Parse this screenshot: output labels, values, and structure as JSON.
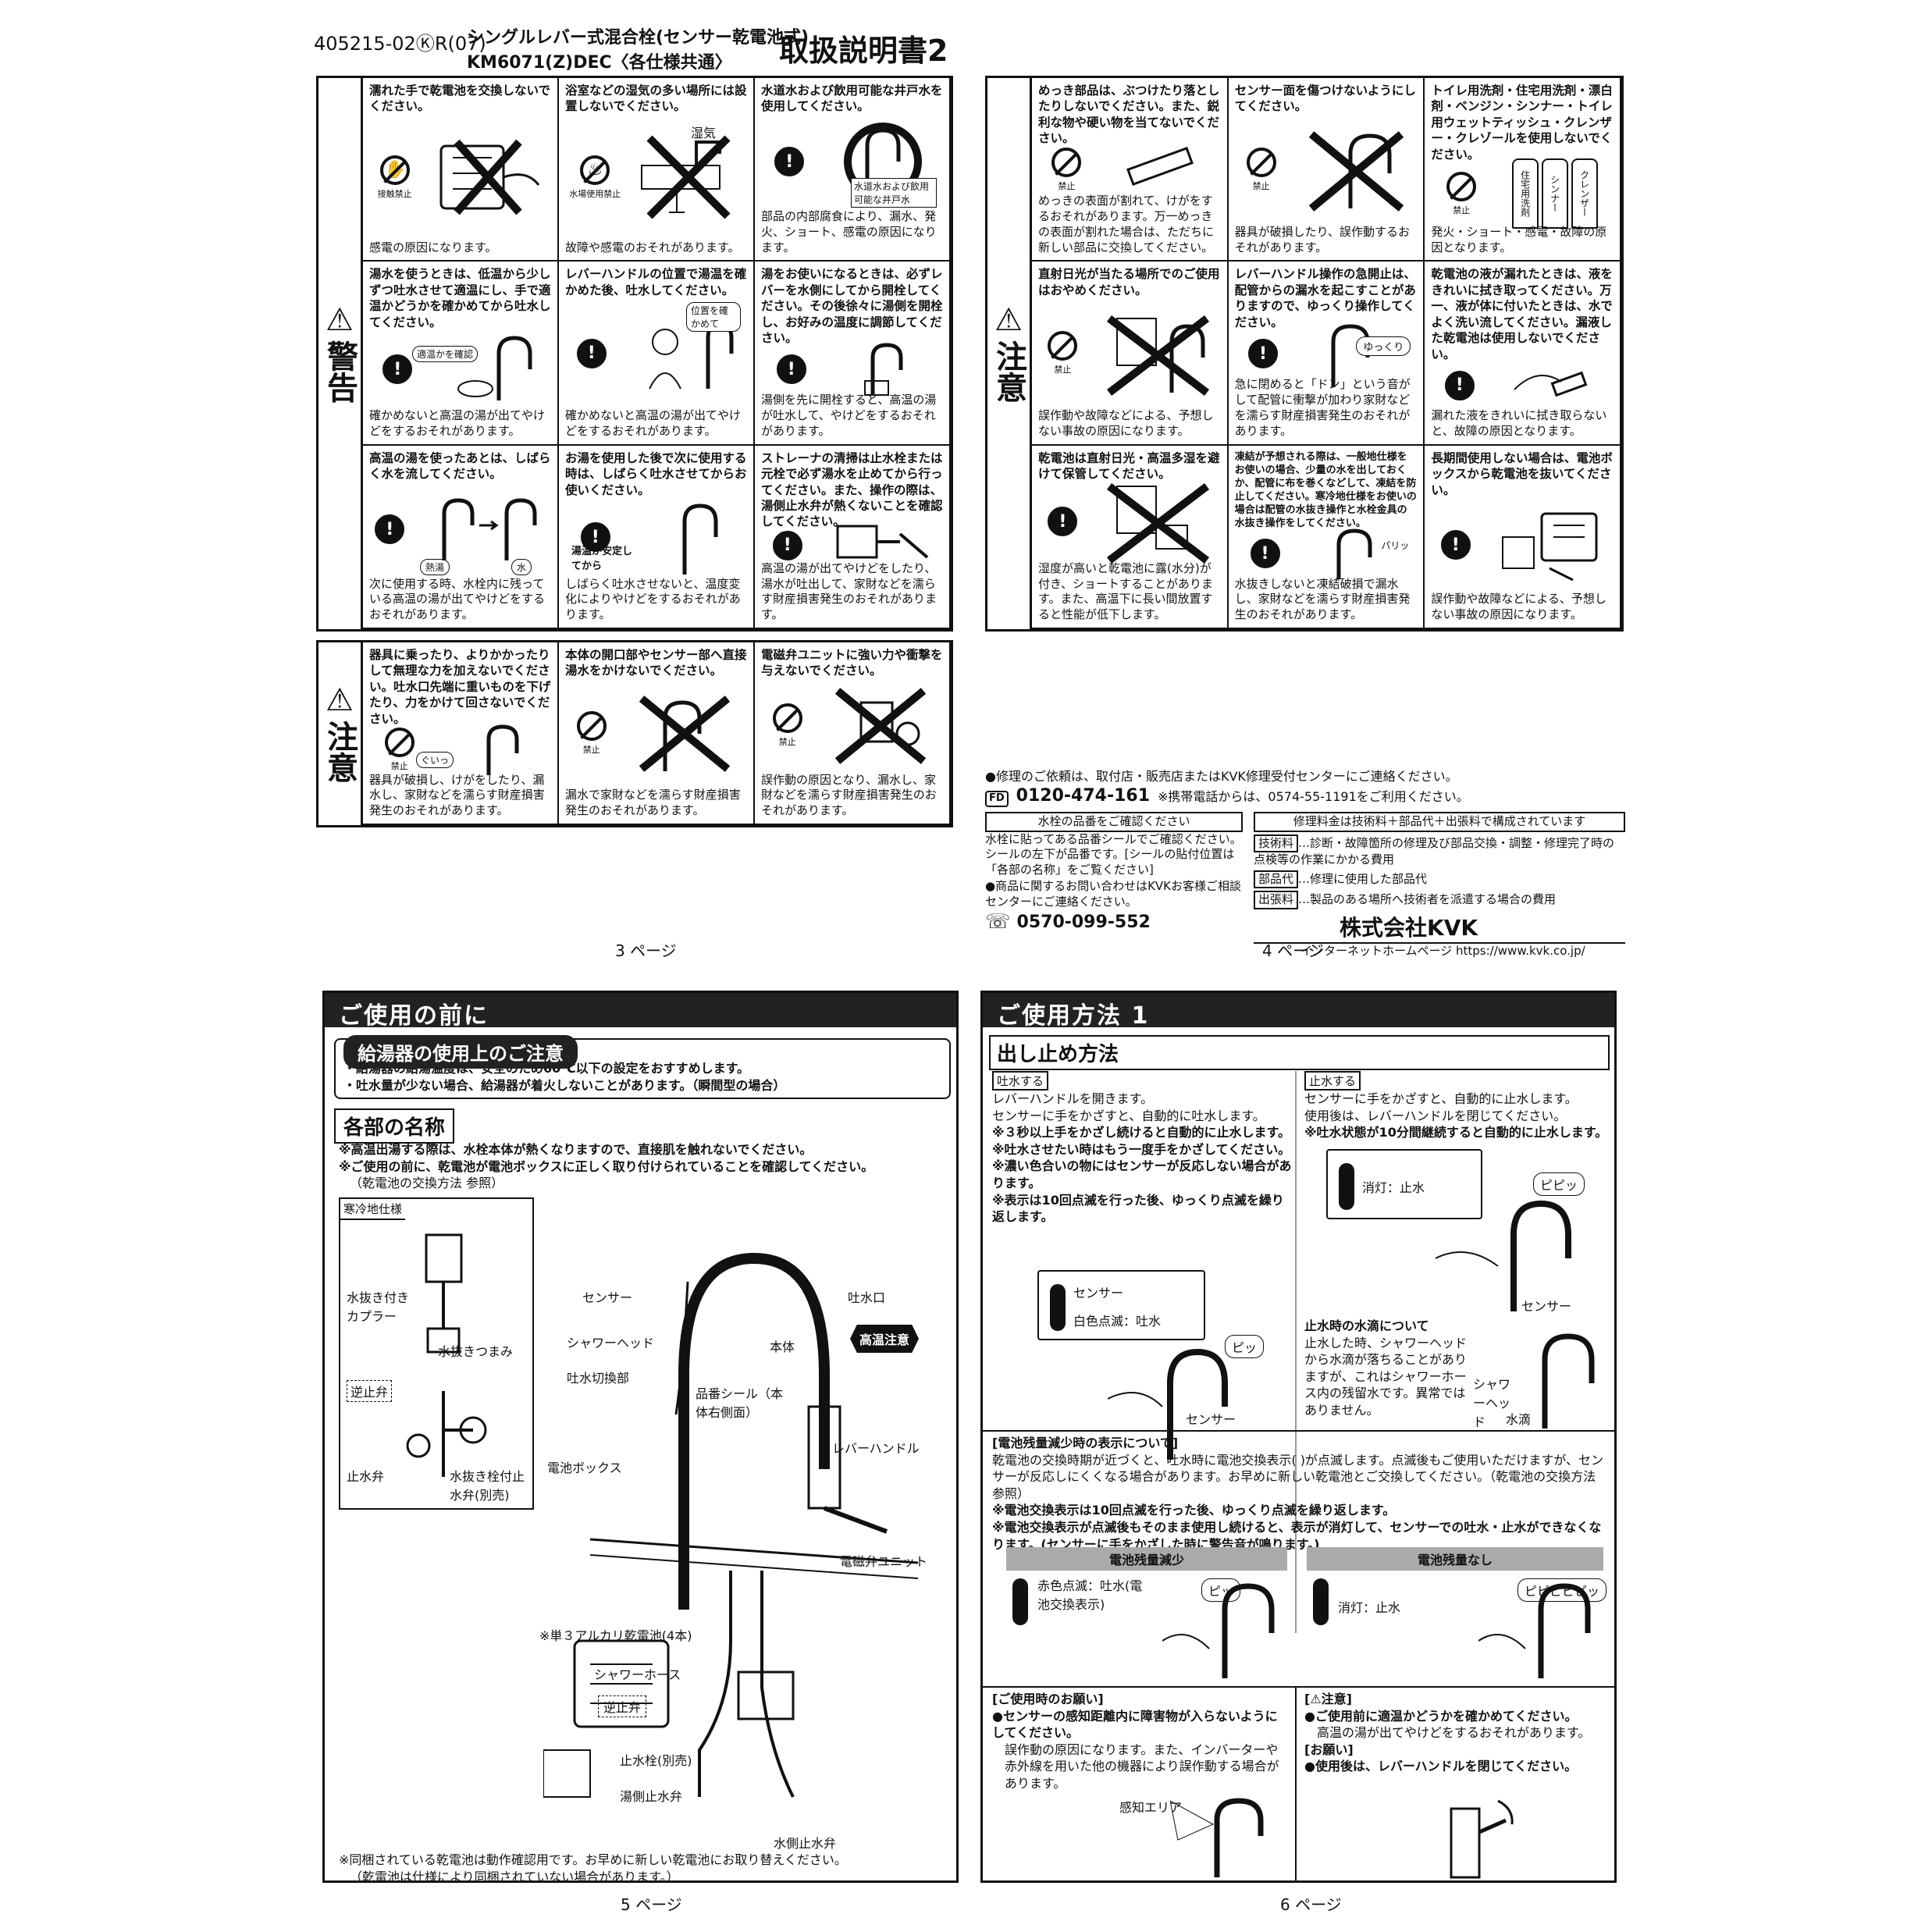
{
  "header": {
    "code": "405215-02ⓀR(07)",
    "title_line1": "シングルレバー式混合栓(センサー乾電池式)",
    "title_line2": "KM6071(Z)DEC〈各仕様共通〉",
    "doc_title": "取扱説明書2"
  },
  "warning_block": {
    "label_tri": "⚠",
    "label": "警告",
    "cells": [
      {
        "head": "濡れた手で乾電池を交換しないでください。",
        "sym": "接触禁止",
        "foot": "感電の原因になります。"
      },
      {
        "head": "浴室などの湿気の多い場所には設置しないでください。",
        "sym": "水場使用禁止",
        "foot": "故障や感電のおそれがあります。",
        "art_label": "湿気"
      },
      {
        "head": "水道水および飲用可能な井戸水を使用してください。",
        "sym": "",
        "foot": "部品の内部腐食により、漏水、発火、ショート、感電の原因になります。",
        "art_label": "水道水および飲用可能な井戸水"
      },
      {
        "head": "湯水を使うときは、低温から少しずつ吐水させて適温にし、手で適温かどうかを確かめてから吐水してください。",
        "sym": "",
        "foot": "確かめないと高温の湯が出てやけどをするおそれがあります。",
        "art_label": "適温かを確認"
      },
      {
        "head": "レバーハンドルの位置で湯温を確かめた後、吐水してください。",
        "sym": "",
        "foot": "確かめないと高温の湯が出てやけどをするおそれがあります。",
        "art_label": "位置を確かめて"
      },
      {
        "head": "湯をお使いになるときは、必ずレバーを水側にしてから開栓してください。その後徐々に湯側を開栓し、お好みの温度に調節してください。",
        "sym": "",
        "foot": "湯側を先に開栓すると、高温の湯が吐水して、やけどをするおそれがあります。"
      },
      {
        "head": "高温の湯を使ったあとは、しばらく水を流してください。",
        "sym": "",
        "foot": "次に使用する時、水栓内に残っている高温の湯が出てやけどをするおそれがあります。",
        "art_label": "熱湯",
        "art_label2": "水"
      },
      {
        "head": "お湯を使用した後で次に使用する時は、しばらく吐水させてからお使いください。",
        "sym": "",
        "foot": "しばらく吐水させないと、温度変化によりやけどをするおそれがあります。",
        "art_label": "湯温が安定してから"
      },
      {
        "head": "ストレーナの清掃は止水栓または元栓で必ず湯水を止めてから行ってください。また、操作の際は、湯側止水弁が熱くないことを確認してください。",
        "sym": "",
        "foot": "高温の湯が出てやけどをしたり、湯水が吐出して、家財などを濡らす財産損害発生のおそれがあります。"
      }
    ]
  },
  "caution_block_left": {
    "label_tri": "⚠",
    "label": "注意",
    "cells": [
      {
        "head": "器具に乗ったり、よりかかったりして無理な力を加えないでください。吐水口先端に重いものを下げたり、力をかけて回さないでください。",
        "sym": "禁止",
        "foot": "器具が破損し、けがをしたり、漏水し、家財などを濡らす財産損害発生のおそれがあります。",
        "art_label": "ぐいっ"
      },
      {
        "head": "本体の開口部やセンサー部へ直接湯水をかけないでください。",
        "sym": "禁止",
        "foot": "漏水で家財などを濡らす財産損害発生のおそれがあります。"
      },
      {
        "head": "電磁弁ユニットに強い力や衝撃を与えないでください。",
        "sym": "禁止",
        "foot": "誤作動の原因となり、漏水し、家財などを濡らす財産損害発生のおそれがあります。"
      }
    ]
  },
  "caution_block_right": {
    "label_tri": "⚠",
    "label": "注意",
    "cells": [
      {
        "head": "めっき部品は、ぶつけたり落としたりしないでください。また、鋭利な物や硬い物を当てないでください。",
        "sym": "禁止",
        "foot": "めっきの表面が割れて、けがをするおそれがあります。万一めっきの表面が割れた場合は、ただちに新しい部品に交換してください。"
      },
      {
        "head": "センサー面を傷つけないようにしてください。",
        "sym": "禁止",
        "foot": "器具が破損したり、誤作動するおそれがあります。"
      },
      {
        "head": "トイレ用洗剤・住宅用洗剤・漂白剤・ベンジン・シンナー・トイレ用ウェットティッシュ・クレンザー・クレゾールを使用しないでください。",
        "sym": "禁止",
        "foot": "発火・ショート・感電・故障の原因となります。",
        "bottles": [
          "住宅用洗剤",
          "シンナー",
          "クレンザー"
        ]
      },
      {
        "head": "直射日光が当たる場所でのご使用はおやめください。",
        "sym": "禁止",
        "foot": "誤作動や故障などによる、予想しない事故の原因になります。"
      },
      {
        "head": "レバーハンドル操作の急開止は、配管からの漏水を起こすことがありますので、ゆっくり操作してください。",
        "sym": "",
        "foot": "急に閉めると「ドン」という音がして配管に衝撃が加わり家財などを濡らす財産損害発生のおそれがあります。",
        "art_label": "ゆっくり"
      },
      {
        "head": "乾電池の液が漏れたときは、液をきれいに拭き取ってください。万一、液が体に付いたときは、水でよく洗い流してください。漏液した乾電池は使用しないでください。",
        "sym": "",
        "foot": "漏れた液をきれいに拭き取らないと、故障の原因となります。"
      },
      {
        "head": "乾電池は直射日光・高温多湿を避けて保管してください。",
        "sym": "",
        "foot": "湿度が高いと乾電池に露(水分)が付き、ショートすることがあります。また、高温下に長い間放置すると性能が低下します。"
      },
      {
        "head": "凍結が予想される際は、一般地仕様をお使いの場合、少量の水を出しておくか、配管に布を巻くなどして、凍結を防止してください。寒冷地仕様をお使いの場合は配管の水抜き操作と水栓金具の水抜き操作をしてください。",
        "sym": "",
        "foot": "水抜きしないと凍結破損で漏水し、家財などを濡らす財産損害発生のおそれがあります。",
        "art_label": "パリッ"
      },
      {
        "head": "長期間使用しない場合は、電池ボックスから乾電池を抜いてください。",
        "sym": "",
        "foot": "誤作動や故障などによる、予想しない事故の原因になります。"
      }
    ]
  },
  "pages": {
    "p3": "3 ページ",
    "p4": "4 ページ",
    "p5": "5 ページ",
    "p6": "6 ページ"
  },
  "contact": {
    "line1": "●修理のご依頼は、取付店・販売店またはKVK修理受付センターにご連絡ください。",
    "tel1_icon": "free-dial-icon",
    "tel1": "0120-474-161",
    "tel1_note": "※携帯電話からは、0574-55-1191をご利用ください。",
    "check_title": "水栓の品番をご確認ください",
    "check_body": "水栓に貼ってある品番シールでご確認ください。シールの左下が品番です。[シールの貼付位置は「各部の名称」をご覧ください]",
    "fee_title": "修理料金は技術料＋部品代＋出張料で構成されています",
    "fee1_tag": "技術料",
    "fee1": "…診断・故障箇所の修理及び部品交換・調整・修理完了時の点検等の作業にかかる費用",
    "fee2_tag": "部品代",
    "fee2": "…修理に使用した部品代",
    "fee3_tag": "出張料",
    "fee3": "…製品のある場所へ技術者を派遣する場合の費用",
    "inquiry": "●商品に関するお問い合わせはKVKお客様ご相談センターにご連絡ください。",
    "tel2": "0570-099-552",
    "company": "株式会社KVK",
    "website": "インターネットホームページ https://www.kvk.co.jp/"
  },
  "section5": {
    "title": "ご使用の前に",
    "pill1": "給湯器の使用上のご注意",
    "note1": "・給湯器の給湯温度は、安全のため60℃以下の設定をおすすめします。",
    "note2": "・吐水量が少ない場合、給湯器が着火しないことがあります。（瞬間型の場合）",
    "pill2": "各部の名称",
    "warn1": "※高温出湯する際は、水栓本体が熱くなりますので、直接肌を触れないでください。",
    "warn2": "※ご使用の前に、乾電池が電池ボックスに正しく取り付けられていることを確認してください。",
    "warn3": "（乾電池の交換方法 参照）",
    "cold_title": "寒冷地仕様",
    "labels": {
      "coupler": "水抜き付きカプラー",
      "drain_knob": "水抜きつまみ",
      "check_valve": "逆止弁",
      "stop_valve": "止水弁",
      "drain_plug": "水抜き栓付止水弁(別売)",
      "sensor": "センサー",
      "spout": "吐水口",
      "shower_head": "シャワーヘッド",
      "body": "本体",
      "hot_caution": "高温注意",
      "switch": "吐水切換部",
      "label_seal": "品番シール（本体右側面）",
      "lever": "レバーハンドル",
      "battery_box": "電池ボックス",
      "solenoid": "電磁弁ユニット",
      "battery": "※単３アルカリ乾電池(4本)",
      "shower_hose": "シャワーホース",
      "check_valve2": "逆止弁",
      "stop_cock": "止水栓(別売)",
      "hot_valve": "湯側止水弁",
      "cold_valve": "水側止水弁"
    },
    "foot1": "※同梱されている乾電池は動作確認用です。お早めに新しい乾電池にお取り替えください。",
    "foot2": "（乾電池は仕様により同梱されていない場合があります。）"
  },
  "section6": {
    "title": "ご使用方法 1",
    "sub": "出し止め方法",
    "left_tag": "吐水する",
    "left_body": [
      "レバーハンドルを開きます。",
      "センサーに手をかざすと、自動的に吐水します。"
    ],
    "left_notes": [
      "※３秒以上手をかざし続けると自動的に止水します。",
      "※吐水させたい時はもう一度手をかざしてください。",
      "※濃い色合いの物にはセンサーが反応しない場合があります。",
      "※表示は10回点滅を行った後、ゆっくり点滅を繰り返します。"
    ],
    "left_sensor": "センサー",
    "left_blink": "白色点滅：吐水",
    "left_beep": "ピッ",
    "left_sensor2": "センサー",
    "right_tag": "止水する",
    "right_body": [
      "センサーに手をかざすと、自動的に止水します。",
      "使用後は、レバーハンドルを閉じてください。"
    ],
    "right_note": "※吐水状態が10分間継続すると自動的に止水します。",
    "right_off": "消灯：止水",
    "right_beep": "ピピッ",
    "right_sensor": "センサー",
    "drip_title": "止水時の水滴について",
    "drip_body": "止水した時、シャワーヘッドから水滴が落ちることがありますが、これはシャワーホース内の残留水です。異常ではありません。",
    "drip_head": "シャワーヘッド",
    "drip_water": "水滴",
    "battery_title": "[電池残量減少時の表示について]",
    "battery_body": "乾電池の交換時期が近づくと、吐水時に電池交換表示(  )が点滅します。点滅後もご使用いただけますが、センサーが反応しにくくなる場合があります。お早めに新しい乾電池とご交換してください。（乾電池の交換方法 参照）",
    "battery_n1": "※電池交換表示は10回点滅を行った後、ゆっくり点滅を繰り返します。",
    "battery_n2": "※電池交換表示が点滅後もそのまま使用し続けると、表示が消灯して、センサーでの吐水・止水ができなくなります。(センサーに手をかざした時に警告音が鳴ります。)",
    "low_title": "電池残量減少",
    "low_label": "赤色点滅：吐水(電池交換表示)",
    "low_beep": "ピッ",
    "empty_title": "電池残量なし",
    "empty_label": "消灯：止水",
    "empty_beep": "ピピピピピッ",
    "use_title": "[ご使用時のお願い]",
    "use1": "●センサーの感知距離内に障害物が入らないようにしてください。",
    "use2": "誤作動の原因になります。また、インバーターや赤外線を用いた他の機器により誤作動する場合があります。",
    "sense_area": "感知エリア",
    "caution_title": "[⚠注意]",
    "caution1": "●ご使用前に適温かどうかを確かめてください。",
    "caution2": "高温の湯が出てやけどをするおそれがあります。",
    "request_title": "[お願い]",
    "request1": "●使用後は、レバーハンドルを閉じてください。"
  }
}
